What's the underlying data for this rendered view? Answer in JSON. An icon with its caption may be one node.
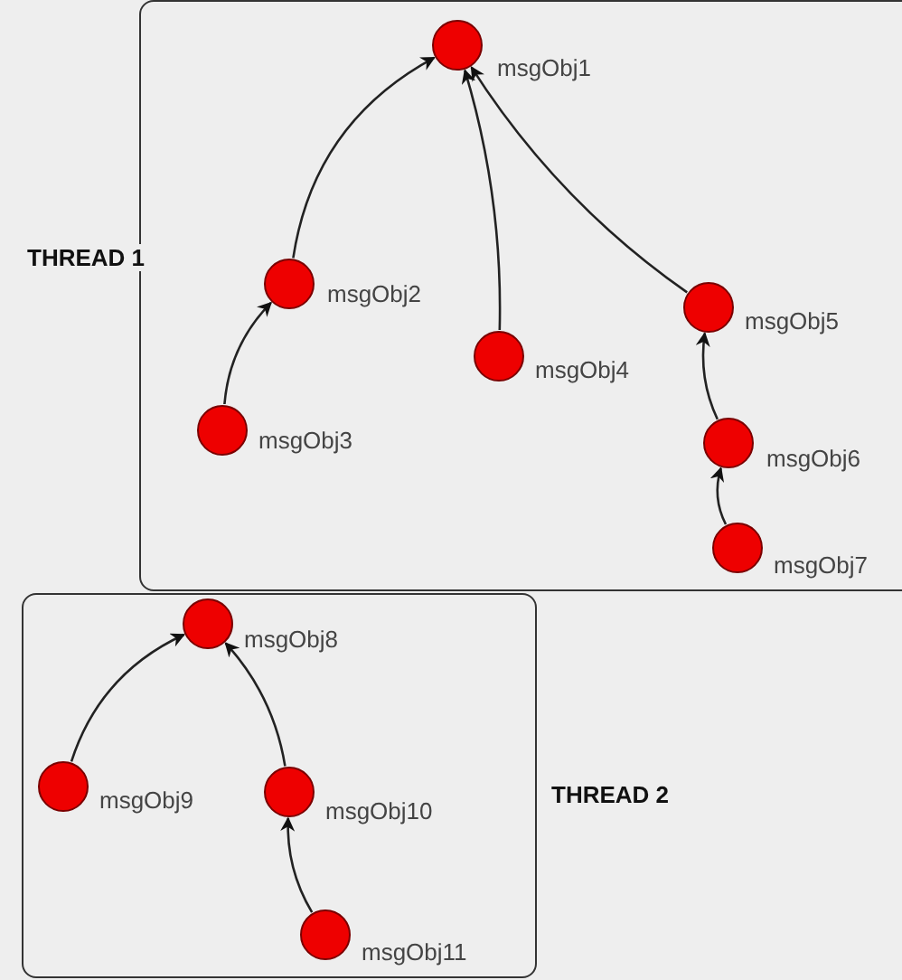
{
  "diagram": {
    "nodes": [
      {
        "text": [
          "THREAD 1"
        ]
      },
      {
        "text": [],
        "shape": "circle",
        "beside": [
          "msgObj1"
        ],
        "in": 0
      },
      {
        "text": [],
        "shape": "circle",
        "beside": [
          "msgObj2"
        ],
        "in": 0
      },
      {
        "text": [],
        "shape": "circle",
        "beside": [
          "msgObj3"
        ],
        "in": 0
      },
      {
        "text": [],
        "shape": "circle",
        "beside": [
          "msgObj4"
        ],
        "in": 0
      },
      {
        "text": [],
        "shape": "circle",
        "beside": [
          "msgObj5"
        ],
        "in": 0
      },
      {
        "text": [],
        "shape": "circle",
        "beside": [
          "msgObj6"
        ],
        "in": 0
      },
      {
        "text": [],
        "shape": "circle",
        "beside": [
          "msgObj7"
        ],
        "in": 0
      },
      {
        "text": [
          "THREAD 2"
        ]
      },
      {
        "text": [],
        "shape": "circle",
        "beside": [
          "msgObj8"
        ],
        "in": 8
      },
      {
        "text": [],
        "shape": "circle",
        "beside": [
          "msgObj9"
        ],
        "in": 8
      },
      {
        "text": [],
        "shape": "circle",
        "beside": [
          "msgObj10"
        ],
        "in": 8
      },
      {
        "text": [],
        "shape": "circle",
        "beside": [
          "msgObj11"
        ],
        "in": 8
      }
    ],
    "edges": [
      {
        "from": 2,
        "to": 1,
        "arrow": "to"
      },
      {
        "from": 3,
        "to": 2,
        "arrow": "to"
      },
      {
        "from": 4,
        "to": 1,
        "arrow": "to"
      },
      {
        "from": 5,
        "to": 1,
        "arrow": "to"
      },
      {
        "from": 6,
        "to": 5,
        "arrow": "to"
      },
      {
        "from": 7,
        "to": 6,
        "arrow": "to"
      },
      {
        "from": 10,
        "to": 9,
        "arrow": "to"
      },
      {
        "from": 11,
        "to": 9,
        "arrow": "to"
      },
      {
        "from": 12,
        "to": 11,
        "arrow": "to"
      }
    ]
  }
}
